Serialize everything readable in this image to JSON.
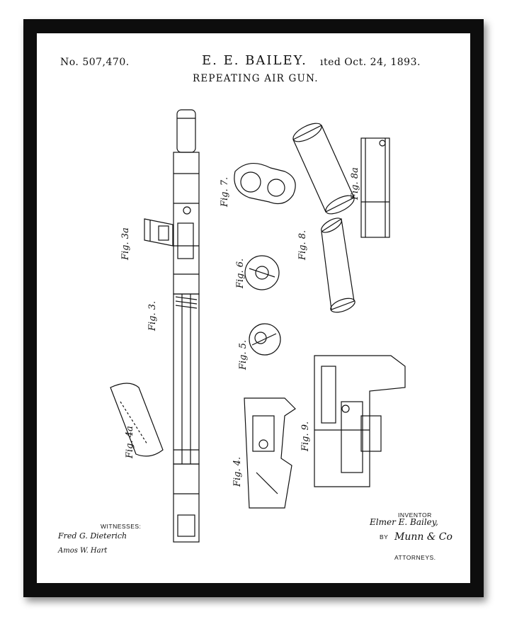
{
  "patent": {
    "number": "No. 507,470.",
    "inventor": "E. E. BAILEY.",
    "date": "ıted Oct. 24, 1893.",
    "title": "REPEATING AIR GUN."
  },
  "labels": {
    "witnesses": "WITNESSES:",
    "inventor": "INVENTOR",
    "by": "BY",
    "attorneys": "ATTORNEYS."
  },
  "signatures": {
    "witness_1": "Fred G. Dieterich",
    "witness_2": "Amos W. Hart",
    "inventor": "Elmer E. Bailey,",
    "attorneys": "Munn & Co"
  },
  "figures": [
    {
      "id": "fig3",
      "label": "Fig. 3."
    },
    {
      "id": "fig3a",
      "label": "Fig. 3a"
    },
    {
      "id": "fig4",
      "label": "Fig. 4."
    },
    {
      "id": "fig4a",
      "label": "Fig. 4a"
    },
    {
      "id": "fig5",
      "label": "Fig. 5."
    },
    {
      "id": "fig6",
      "label": "Fig. 6."
    },
    {
      "id": "fig7",
      "label": "Fig. 7."
    },
    {
      "id": "fig8",
      "label": "Fig. 8."
    },
    {
      "id": "fig8a",
      "label": "Fig. 8a"
    },
    {
      "id": "fig9",
      "label": "Fig. 9."
    }
  ],
  "colors": {
    "frame": "#0d0d0d",
    "paper": "#ffffff",
    "ink": "#111111"
  }
}
